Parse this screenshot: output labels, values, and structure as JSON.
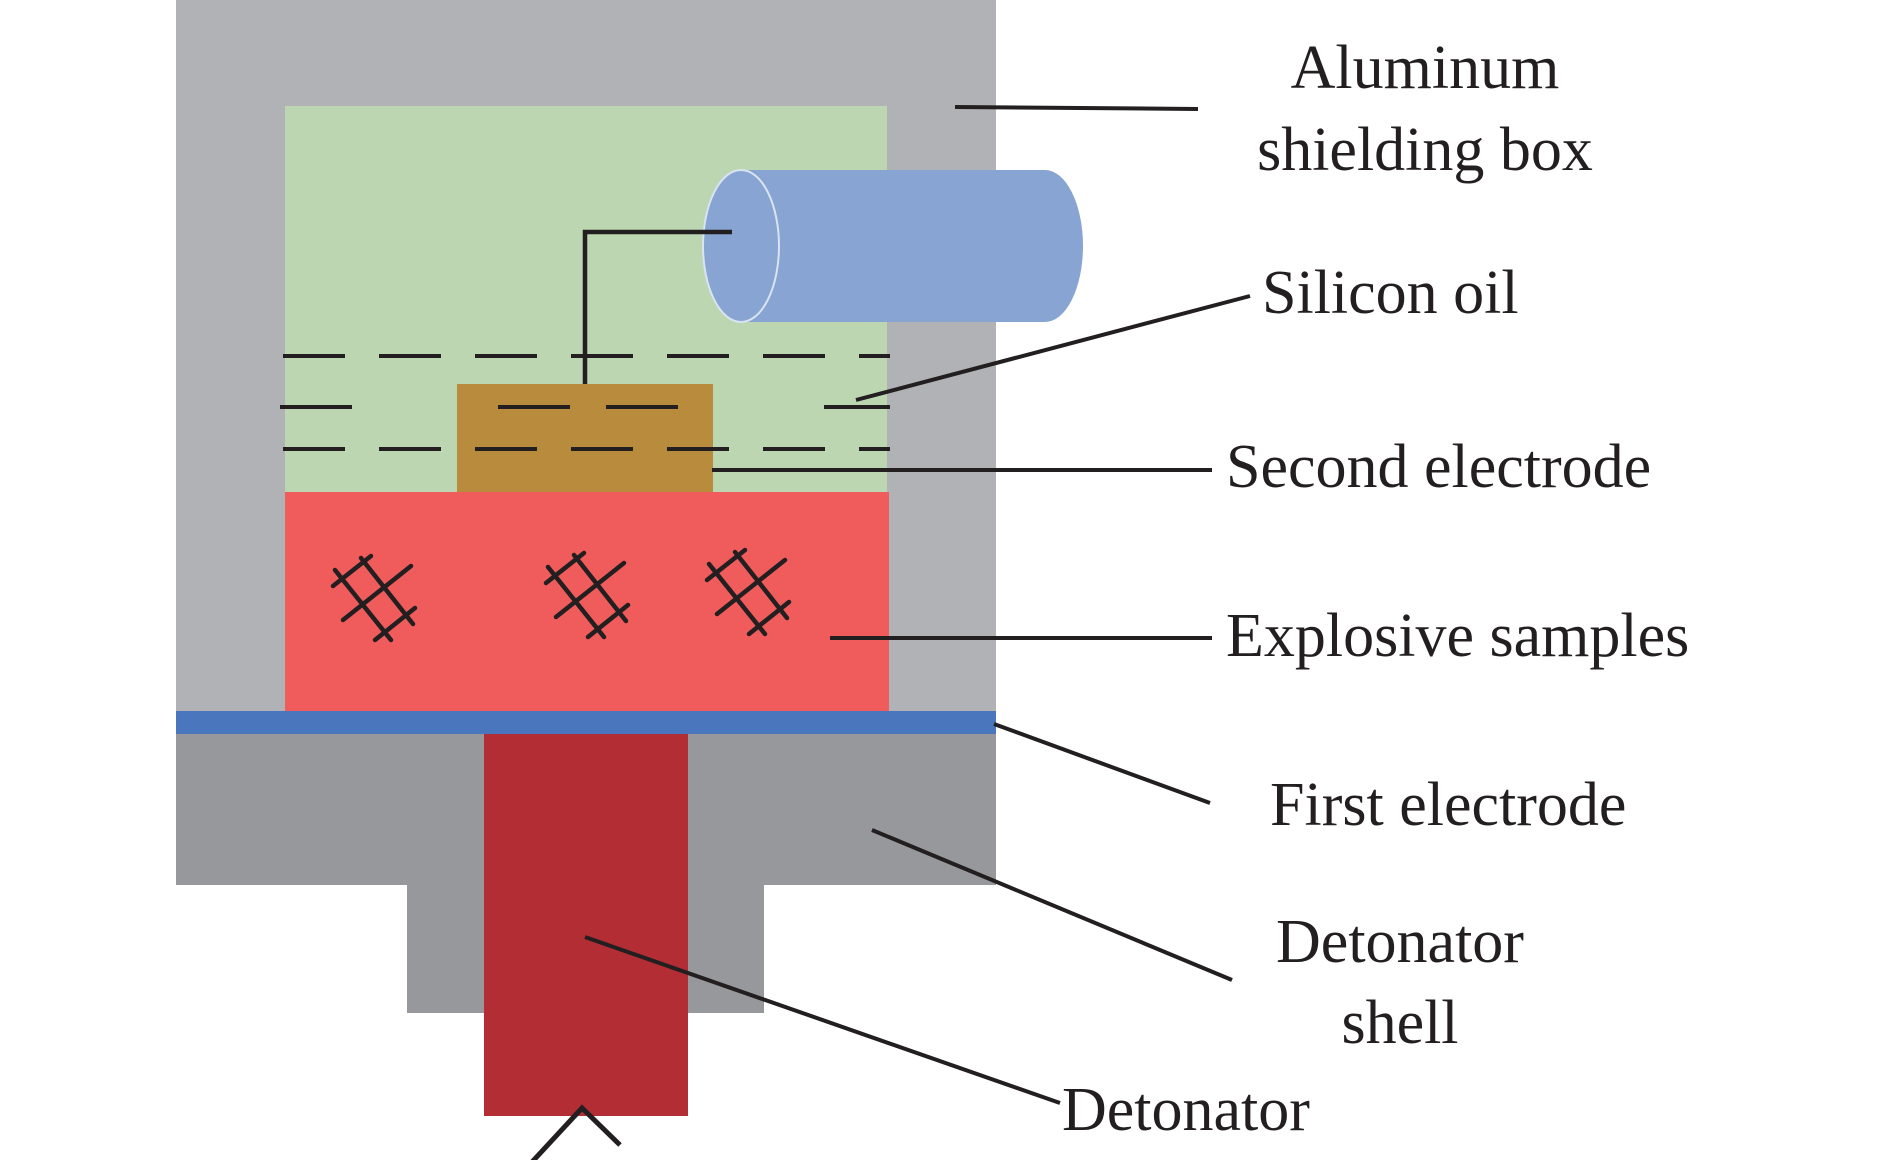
{
  "colors": {
    "aluminum_box": "#b1b2b5",
    "detonator_shell": "#97989c",
    "silicon_oil": "#bbd6b0",
    "cable": "#87a4d2",
    "second_electrode": "#b98c3d",
    "explosive_samples": "#f05c5c",
    "first_electrode": "#4a76bd",
    "detonator": "#b22e34",
    "line": "#231f20"
  },
  "labels": {
    "aluminum_shielding_box": [
      "Aluminum",
      "shielding box"
    ],
    "silicon_oil": "Silicon oil",
    "second_electrode": "Second electrode",
    "explosive_samples": "Explosive samples",
    "first_electrode": "First electrode",
    "detonator_shell": [
      "Detonator",
      "shell"
    ],
    "detonator": "Detonator"
  }
}
